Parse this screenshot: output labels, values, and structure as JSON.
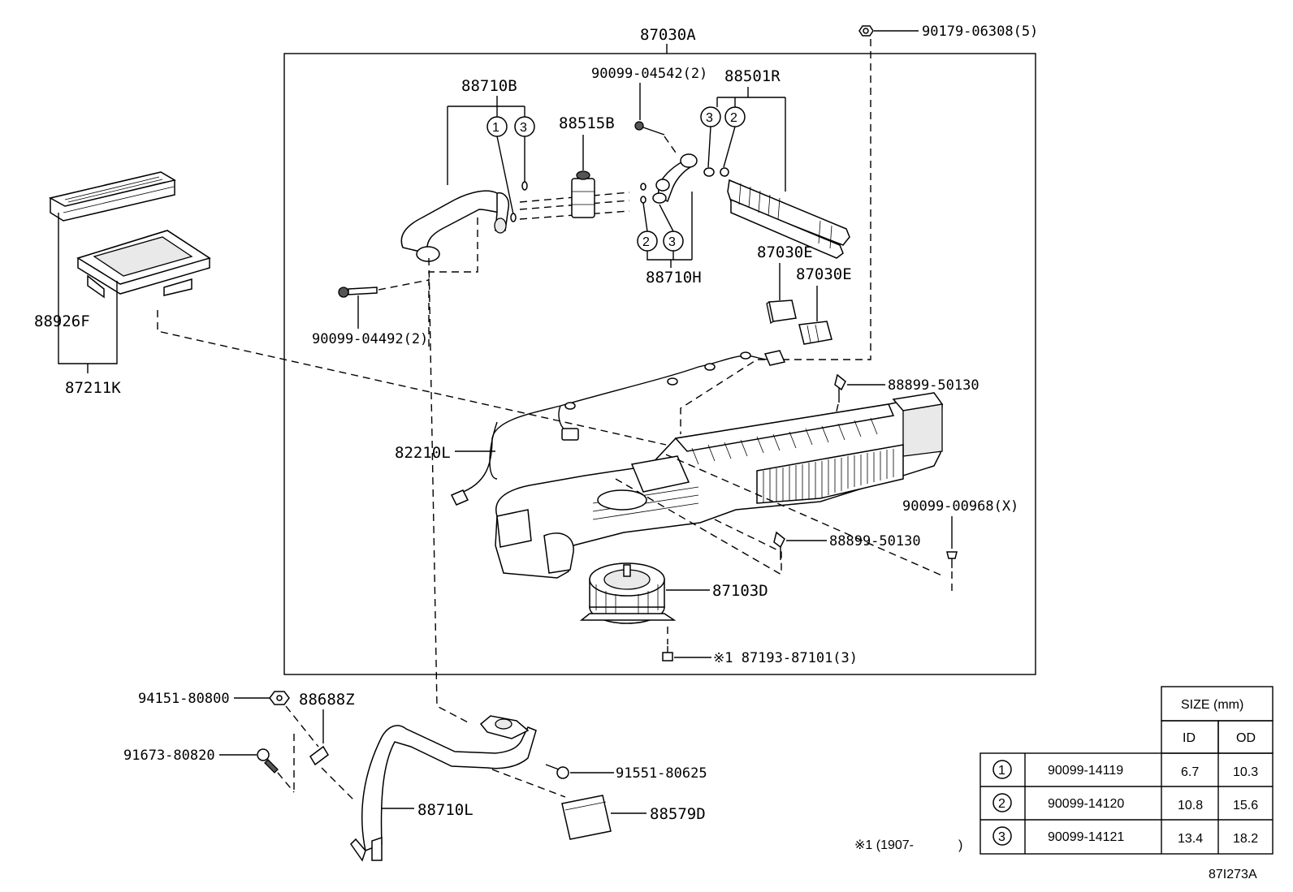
{
  "labels": {
    "assembly": "87030A",
    "l_90179": "90179-06308(5)",
    "l_88710B": "88710B",
    "l_90099_04542": "90099-04542(2)",
    "l_88501R": "88501R",
    "l_88515B": "88515B",
    "l_88710H": "88710H",
    "l_87030E_a": "87030E",
    "l_87030E_b": "87030E",
    "l_90099_04492": "90099-04492(2)",
    "l_88926F": "88926F",
    "l_87211K": "87211K",
    "l_88899_a": "88899-50130",
    "l_82210L": "82210L",
    "l_90099_00968": "90099-00968(X)",
    "l_88899_b": "88899-50130",
    "l_87103D": "87103D",
    "l_87193": "※1 87193-87101(3)",
    "l_94151": "94151-80800",
    "l_88688Z": "88688Z",
    "l_91673": "91673-80820",
    "l_91551": "91551-80625",
    "l_88710L": "88710L",
    "l_88579D": "88579D",
    "note_1": "※1 (1907-",
    "note_1_close": ")",
    "diagram_code": "87I273A"
  },
  "circles": {
    "c1_88710B": "1",
    "c3_88710B": "3",
    "c3_88501R": "3",
    "c2_88501R": "2",
    "c2_88710H": "2",
    "c3_88710H": "3"
  },
  "size_table": {
    "title": "SIZE (mm)",
    "col_id": "ID",
    "col_od": "OD",
    "rows": [
      {
        "num": "1",
        "part": "90099-14119",
        "id": "6.7",
        "od": "10.3"
      },
      {
        "num": "2",
        "part": "90099-14120",
        "id": "10.8",
        "od": "15.6"
      },
      {
        "num": "3",
        "part": "90099-14121",
        "id": "13.4",
        "od": "18.2"
      }
    ]
  }
}
